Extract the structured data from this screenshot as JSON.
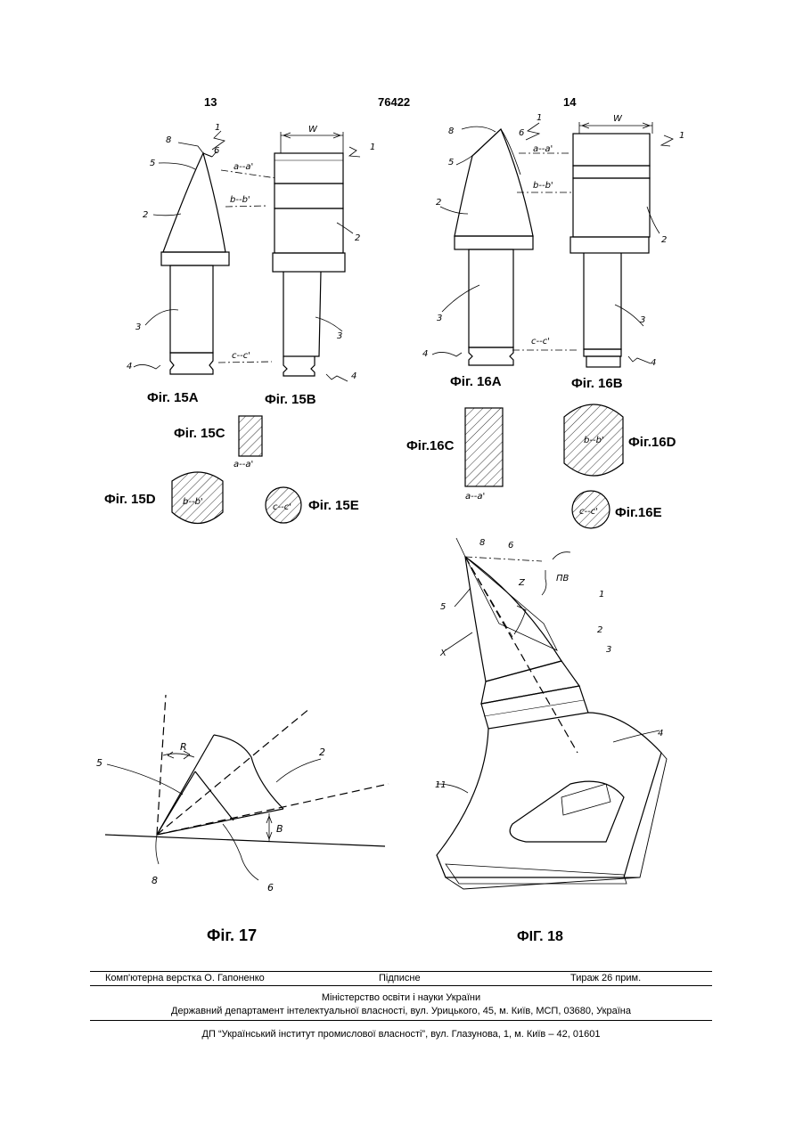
{
  "header": {
    "left_page": "13",
    "doc_number": "76422",
    "right_page": "14"
  },
  "figures": {
    "f15a": "Фіг. 15А",
    "f15b": "Фіг. 15В",
    "f15c": "Фіг. 15С",
    "f15d": "Фіг. 15D",
    "f15e": "Фіг. 15Е",
    "f16a": "Фіг. 16А",
    "f16b": "Фіг. 16В",
    "f16c": "Фіг.16С",
    "f16d": "Фіг.16D",
    "f16e": "Фіг.16Е",
    "f17": "Фіг. 17",
    "f18": "ФІГ. 18"
  },
  "labels": {
    "n1": "1",
    "n2": "2",
    "n3": "3",
    "n4": "4",
    "n5": "5",
    "n6": "6",
    "n8": "8",
    "n11": "11",
    "w": "W",
    "aa": "a--a'",
    "bb": "b--b'",
    "cc": "c--c'",
    "r": "R",
    "b": "B",
    "z": "Z",
    "x": "X",
    "pb": "ПВ"
  },
  "footer": {
    "composer": "Комп'ютерна верстка О. Гапоненко",
    "signed": "Підписне",
    "circulation": "Тираж 26 прим.",
    "ministry": "Міністерство освіти і науки України",
    "department": "Державний департамент інтелектуальної власності, вул. Урицького, 45, м. Київ, МСП, 03680, Україна",
    "institute": "ДП “Український інститут промислової власності”, вул. Глазунова, 1, м. Київ – 42, 01601"
  }
}
